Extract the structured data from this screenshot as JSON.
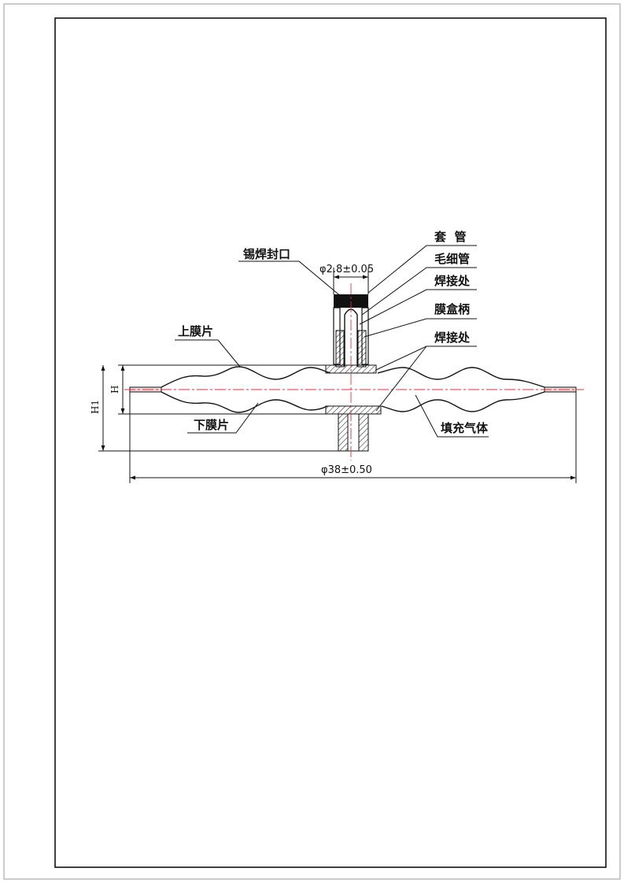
{
  "labels": {
    "tin_seal": "锡焊封口",
    "sleeve": "套  管",
    "capillary": "毛细管",
    "weld_top": "焊接处",
    "capsule_handle": "膜盒柄",
    "weld_bottom": "焊接处",
    "upper_diaphragm": "上膜片",
    "lower_diaphragm": "下膜片",
    "fill_gas": "填充气体"
  },
  "dimensions": {
    "tube_diameter": "φ2.8±0.05",
    "capsule_diameter": "φ38±0.50",
    "h": "H",
    "h1": "H1"
  },
  "colors": {
    "line": "#111111",
    "center_line": "#e0303a",
    "seal_fill": "#111111"
  }
}
